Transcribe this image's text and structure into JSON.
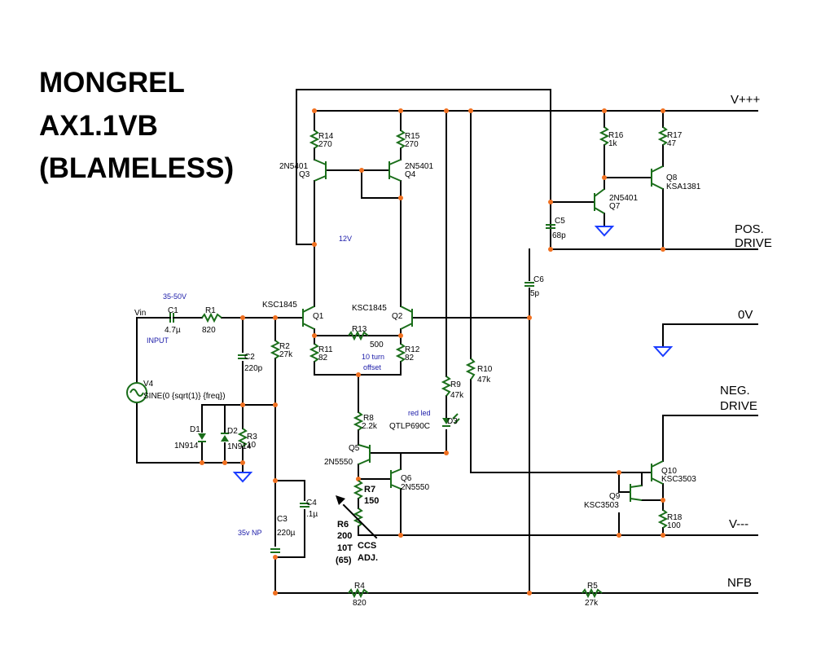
{
  "title": [
    "MONGREL",
    "AX1.1VB",
    "(BLAMELESS)"
  ],
  "ports": {
    "vplus": "V+++",
    "pos_drive": [
      "POS.",
      "DRIVE"
    ],
    "zero_v": "0V",
    "neg_drive": [
      "NEG.",
      "DRIVE"
    ],
    "vminus": "V---",
    "nfb": "NFB"
  },
  "input": {
    "vin": "Vin",
    "input_label": "INPUT",
    "voltage_note": "35-50V",
    "v4_name": "V4",
    "v4_value": "SINE(0 {sqrt(1)} {freq})"
  },
  "parts": {
    "C1": {
      "name": "C1",
      "value": "4.7µ"
    },
    "R1": {
      "name": "R1",
      "value": "820"
    },
    "C2": {
      "name": "C2",
      "value": "220p"
    },
    "R2": {
      "name": "R2",
      "value": "27k"
    },
    "R3": {
      "name": "R3",
      "value": "10"
    },
    "D1": {
      "name": "D1",
      "value": "1N914"
    },
    "D2": {
      "name": "D2",
      "value": "1N914"
    },
    "C3": {
      "name": "C3",
      "value": "220µ"
    },
    "C3_note": "35v NP",
    "C4": {
      "name": "C4",
      "value": ".1µ"
    },
    "R4": {
      "name": "R4",
      "value": "820"
    },
    "R5": {
      "name": "R5",
      "value": "27k"
    },
    "R14": {
      "name": "R14",
      "value": "270"
    },
    "R15": {
      "name": "R15",
      "value": "270"
    },
    "Q3": {
      "name": "Q3",
      "value": "2N5401"
    },
    "Q4": {
      "name": "Q4",
      "value": "2N5401"
    },
    "note_12v": "12V",
    "Q1": {
      "name": "Q1",
      "value": "KSC1845"
    },
    "Q2": {
      "name": "Q2",
      "value": "KSC1845"
    },
    "R13": {
      "name": "R13",
      "value": "500"
    },
    "R13_note": [
      "10 turn",
      "offset"
    ],
    "R11": {
      "name": "R11",
      "value": "82"
    },
    "R12": {
      "name": "R12",
      "value": "82"
    },
    "R8": {
      "name": "R8",
      "value": "2.2k"
    },
    "Q5": {
      "name": "Q5",
      "value": "2N5550"
    },
    "Q6": {
      "name": "Q6",
      "value": "2N5550"
    },
    "R7": {
      "name": "R7",
      "value": "150"
    },
    "R6": {
      "name": "R6",
      "value": "200",
      "extra": [
        "10T",
        "(65)"
      ]
    },
    "ccs_adj": [
      "CCS",
      "ADJ."
    ],
    "R9": {
      "name": "R9",
      "value": "47k"
    },
    "R10": {
      "name": "R10",
      "value": "47k"
    },
    "D3": {
      "name": "D3",
      "value": "QTLP690C"
    },
    "D3_note": "red led",
    "C5": {
      "name": "C5",
      "value": "68p"
    },
    "C6": {
      "name": "C6",
      "value": "5p"
    },
    "R16": {
      "name": "R16",
      "value": "1k"
    },
    "R17": {
      "name": "R17",
      "value": "47"
    },
    "Q7": {
      "name": "Q7",
      "value": "2N5401"
    },
    "Q8": {
      "name": "Q8",
      "value": "KSA1381"
    },
    "Q9": {
      "name": "Q9",
      "value": "KSC3503"
    },
    "Q10": {
      "name": "Q10",
      "value": "KSC3503"
    },
    "R18": {
      "name": "R18",
      "value": "100"
    }
  },
  "colors": {
    "wire": "#000000",
    "component": "#1a6e1a",
    "junction": "#f07020",
    "ground": "#1a3cff",
    "note": "#1a1aa8"
  }
}
